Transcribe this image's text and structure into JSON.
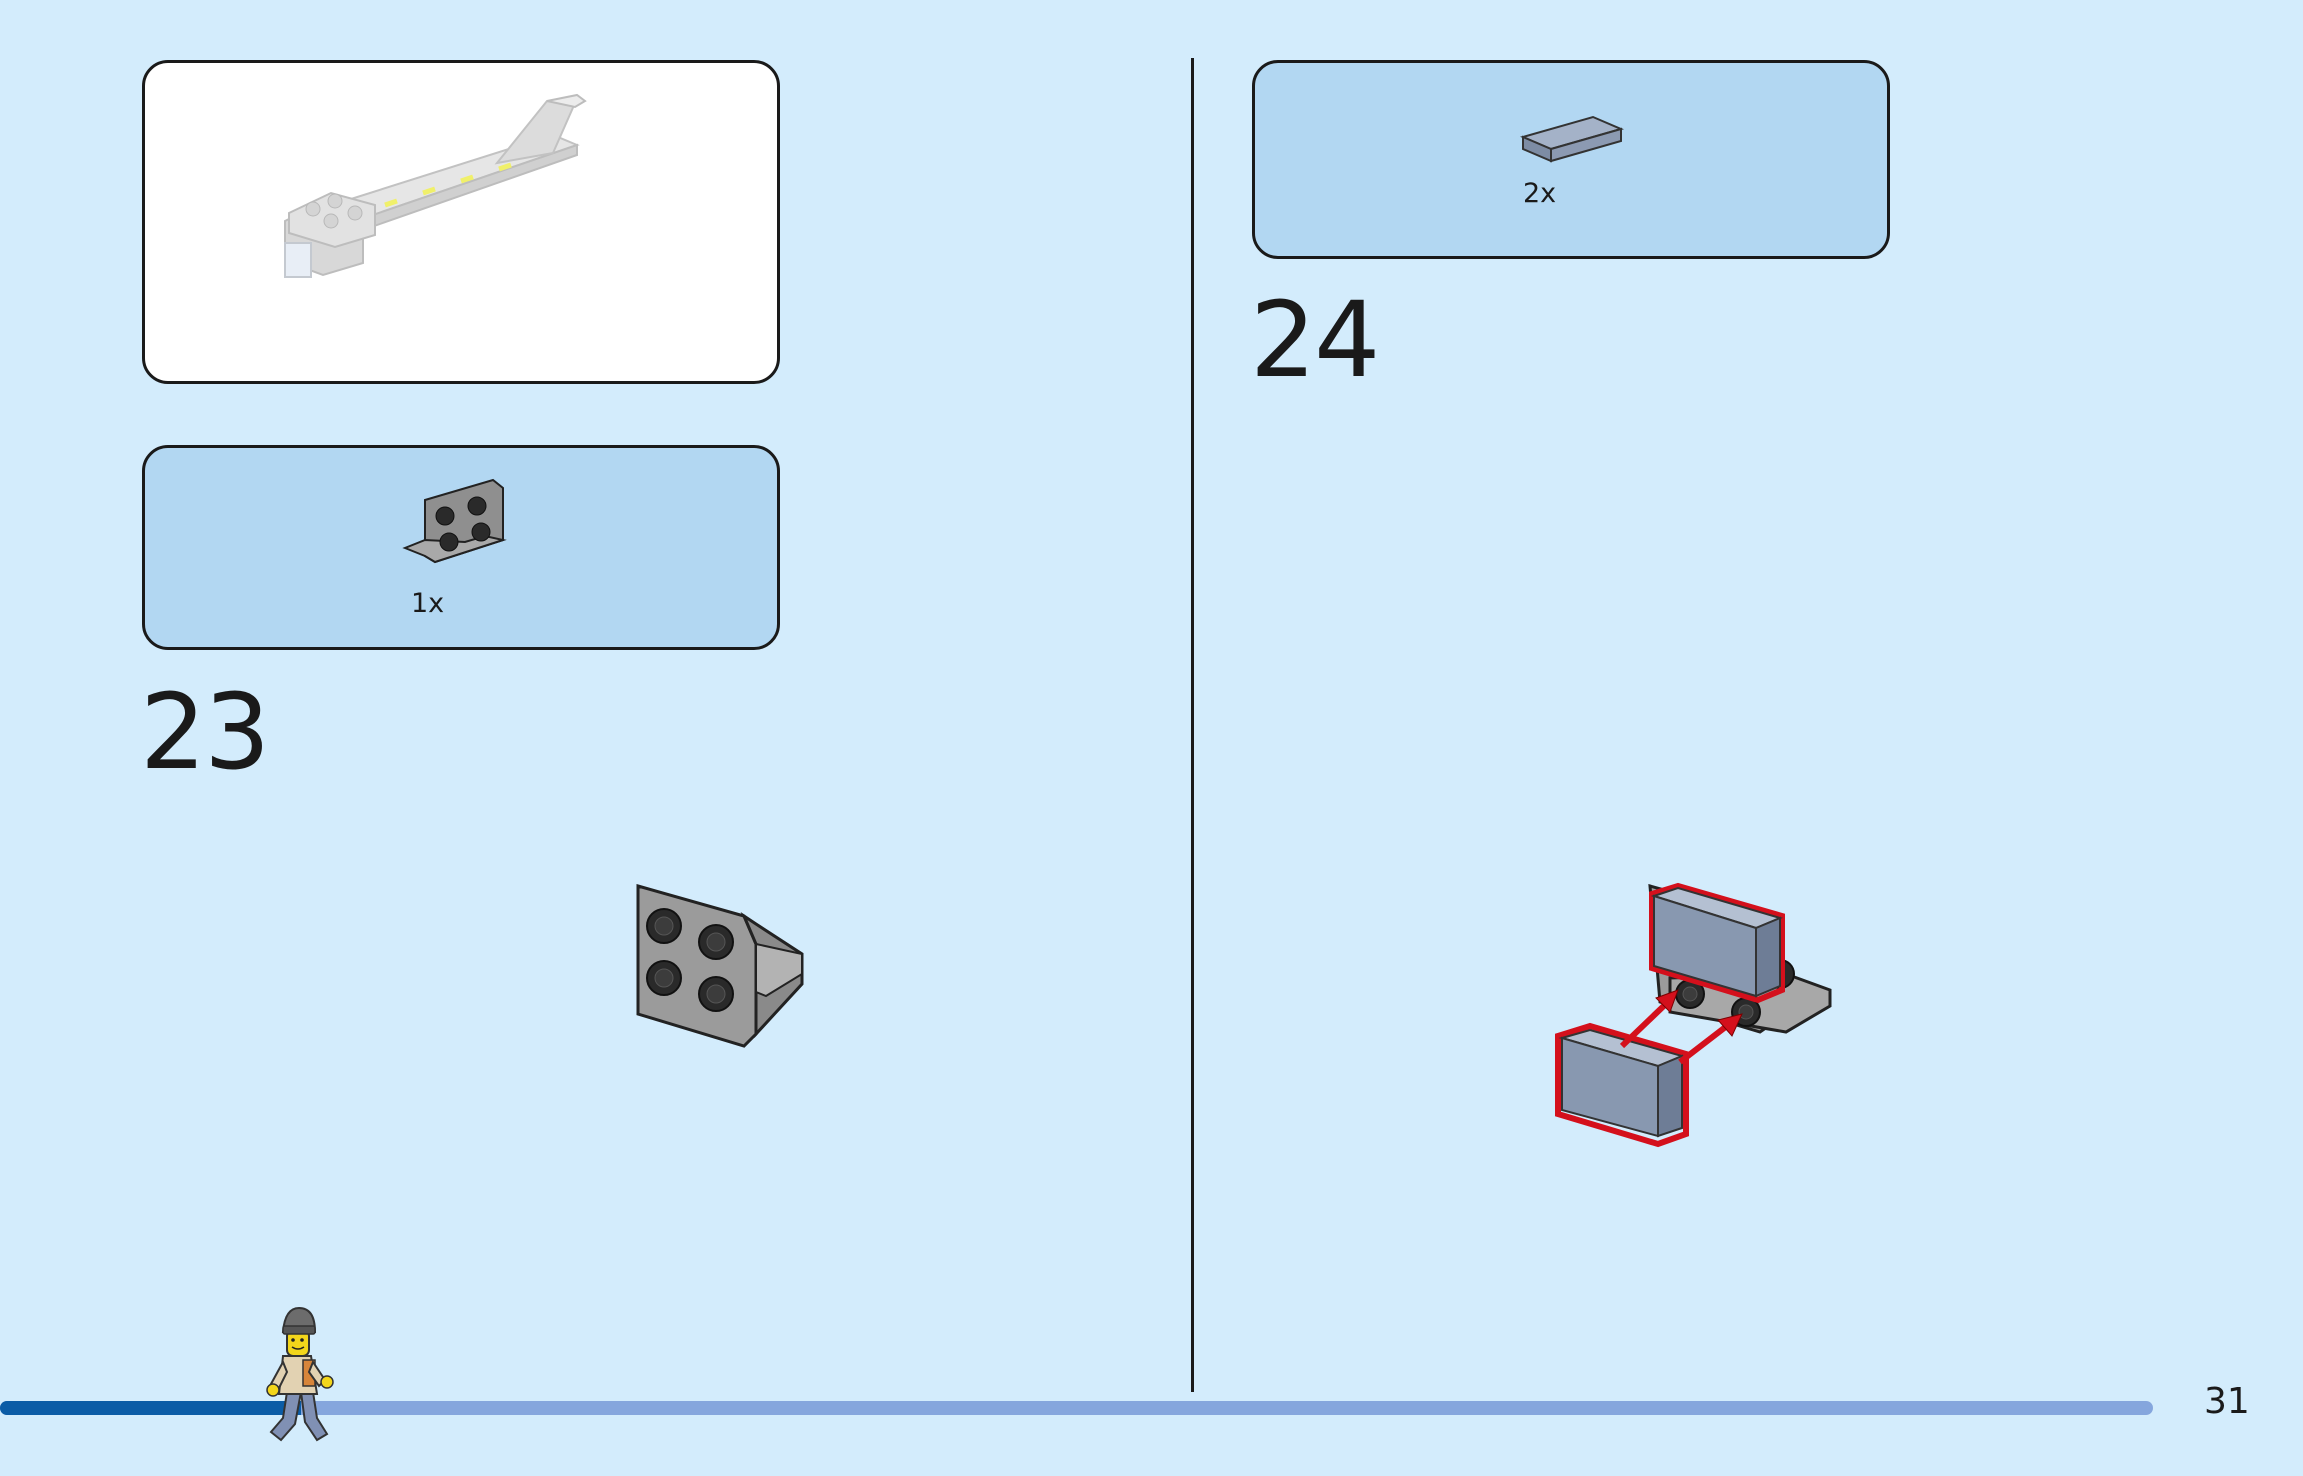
{
  "page": {
    "page_number": "31"
  },
  "progress": {
    "fraction": 0.14
  },
  "steps": [
    {
      "number": "23",
      "parts": [
        {
          "quantity": "1x",
          "icon": "gray-2x2-bracket-icon"
        }
      ]
    },
    {
      "number": "24",
      "parts": [
        {
          "quantity": "2x",
          "icon": "sand-blue-1x2-tile-icon"
        }
      ]
    }
  ],
  "colors": {
    "background": "#d3ecfc",
    "parts_panel": "#b2d7f2",
    "progress_track": "#85a6dd",
    "progress_fill": "#0b5ca6",
    "highlight_outline": "#d4101c",
    "tile_sand_blue": "#8898b0",
    "bracket_gray": "#9b9b9b"
  }
}
